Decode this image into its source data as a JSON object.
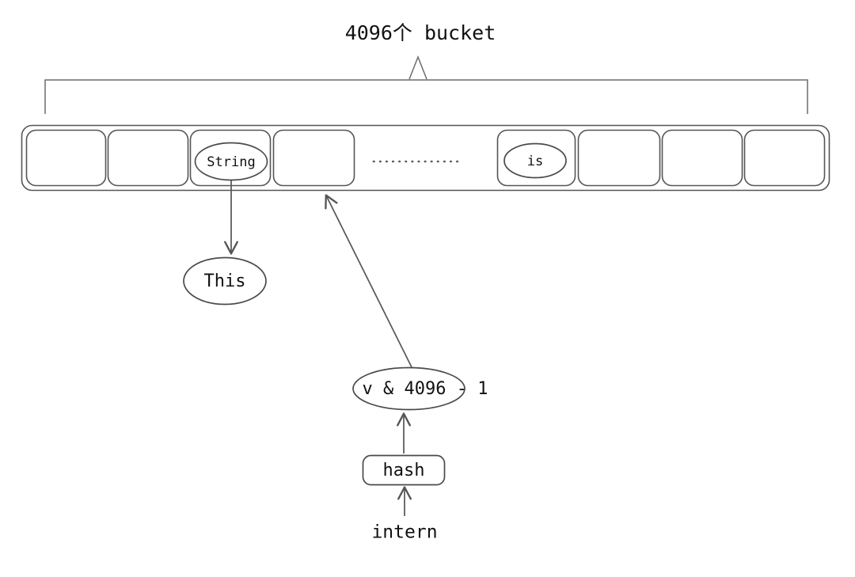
{
  "diagram": {
    "title": "4096个 bucket",
    "title_label": "bucket-array-caption",
    "bucket_array": {
      "name": "bucket-array",
      "left_buckets": [
        {
          "id": "bucket-0",
          "content": ""
        },
        {
          "id": "bucket-1",
          "content": ""
        },
        {
          "id": "bucket-2",
          "content": "String"
        },
        {
          "id": "bucket-3",
          "content": ""
        }
      ],
      "ellipsis": "..............",
      "right_buckets": [
        {
          "id": "bucket-n-3",
          "content": "is"
        },
        {
          "id": "bucket-n-2",
          "content": ""
        },
        {
          "id": "bucket-n-1",
          "content": ""
        },
        {
          "id": "bucket-n",
          "content": ""
        }
      ]
    },
    "nodes": {
      "string_entry": "String",
      "this_node": "This",
      "is_entry": "is",
      "index_expr": "v & 4096 - 1",
      "index_expr_inside": "v & 4096",
      "index_expr_outside": "- 1",
      "hash_node": "hash",
      "intern_node": "intern"
    },
    "edges": [
      {
        "id": "edge-string-to-this",
        "from": "String",
        "to": "This",
        "style": "solid-arrow"
      },
      {
        "id": "edge-index-to-bucket",
        "from": "v & 4096 - 1",
        "to": "bucket-3",
        "style": "solid-arrow"
      },
      {
        "id": "edge-hash-to-index",
        "from": "hash",
        "to": "v & 4096 - 1",
        "style": "solid-arrow"
      },
      {
        "id": "edge-intern-to-hash",
        "from": "intern",
        "to": "hash",
        "style": "solid-arrow"
      },
      {
        "id": "edge-bracket-to-title",
        "from": "bucket-array",
        "to": "4096个 bucket",
        "style": "brace-caret"
      }
    ],
    "colors": {
      "background": "#ffffff",
      "stroke": "#555555",
      "text": "#111111"
    }
  }
}
